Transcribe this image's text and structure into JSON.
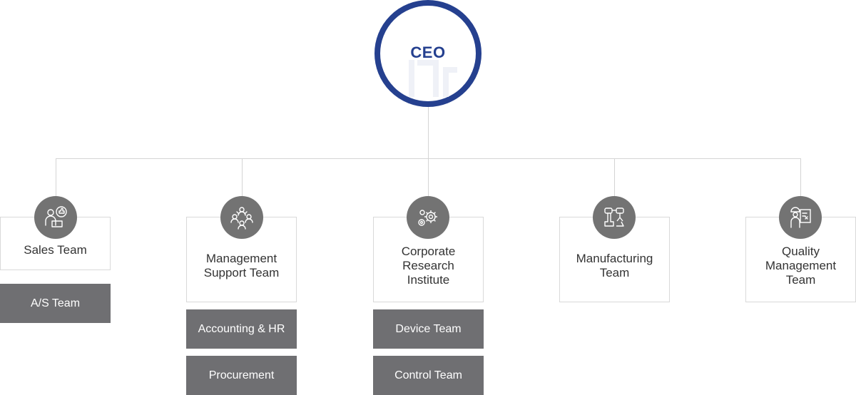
{
  "ceo": {
    "label": "CEO"
  },
  "teams": [
    {
      "label": "Sales Team",
      "icon": "presenter-thumbs-up-icon"
    },
    {
      "label": "Management Support Team",
      "icon": "people-group-icon"
    },
    {
      "label": "Corporate Research Institute",
      "icon": "gears-icon"
    },
    {
      "label": "Manufacturing Team",
      "icon": "robot-arm-icon"
    },
    {
      "label": "Quality Management Team",
      "icon": "worker-board-icon"
    }
  ],
  "sub_teams": {
    "sales": [
      "A/S Team"
    ],
    "management": [
      "Accounting & HR",
      "Procurement"
    ],
    "research": [
      "Device Team",
      "Control Team"
    ]
  },
  "colors": {
    "ceo_ring": "#25408f",
    "icon_bg": "#737373",
    "sub_box_bg": "#6f6f72",
    "connector": "#d4d4d4"
  }
}
